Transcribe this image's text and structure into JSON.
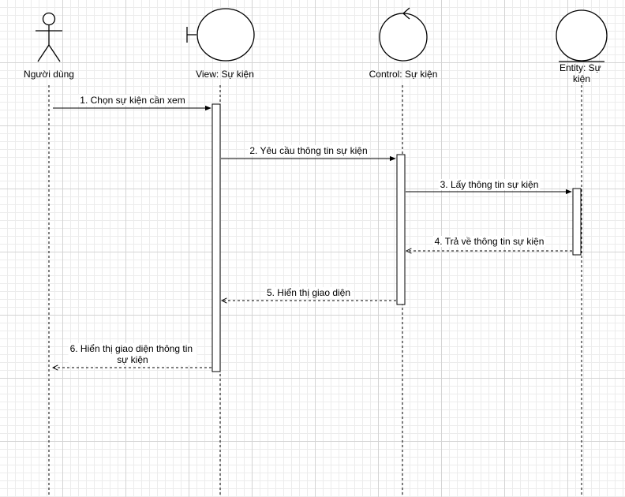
{
  "participants": [
    {
      "id": "user",
      "kind": "actor",
      "label_lines": [
        "Người dùng"
      ]
    },
    {
      "id": "view",
      "kind": "boundary",
      "label_lines": [
        "View: Sự kiện"
      ]
    },
    {
      "id": "control",
      "kind": "control",
      "label_lines": [
        "Control: Sự kiện"
      ]
    },
    {
      "id": "entity",
      "kind": "entity",
      "label_lines": [
        "Entity: Sự",
        "kiện"
      ]
    }
  ],
  "messages": [
    {
      "id": "m1",
      "kind": "sync",
      "label_lines": [
        "1. Chọn sự kiện cần xem"
      ]
    },
    {
      "id": "m2",
      "kind": "sync",
      "label_lines": [
        "2. Yêu cầu thông tin sự kiện"
      ]
    },
    {
      "id": "m3",
      "kind": "sync",
      "label_lines": [
        "3. Lấy thông tin sự kiện"
      ]
    },
    {
      "id": "m4",
      "kind": "return",
      "label_lines": [
        "4. Trả về thông tin sự kiện"
      ]
    },
    {
      "id": "m5",
      "kind": "return",
      "label_lines": [
        "5. Hiển thị giao diện"
      ]
    },
    {
      "id": "m6",
      "kind": "return",
      "label_lines": [
        "6. Hiển thị giao diện thông tin",
        "sự kiện"
      ]
    }
  ]
}
